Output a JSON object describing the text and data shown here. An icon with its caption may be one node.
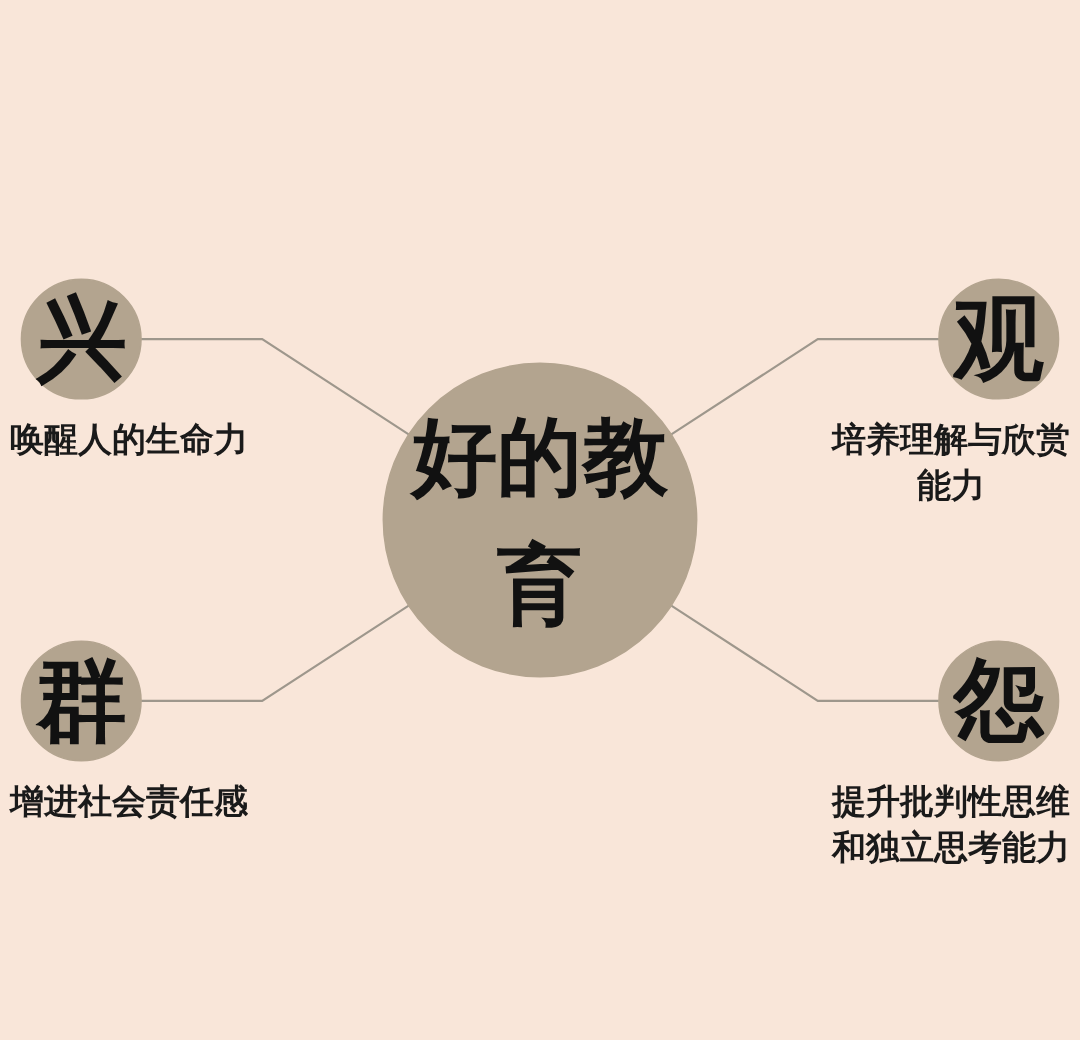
{
  "diagram": {
    "nodes": [
      {
        "text": [
          "兴"
        ],
        "beside": [
          "唤醒人的生命力"
        ]
      },
      {
        "text": [
          "观"
        ],
        "beside": [
          "培养理解与欣赏能力"
        ]
      },
      {
        "text": [
          "好的教育"
        ]
      },
      {
        "text": [
          "怨"
        ],
        "beside": [
          "提升批判性思维和独立思考能力"
        ]
      },
      {
        "text": [
          "群"
        ],
        "beside": [
          "增进社会责任感"
        ]
      }
    ],
    "edges": [
      {
        "from": 0,
        "to": 2,
        "arrow": "none"
      },
      {
        "from": 2,
        "to": 1,
        "arrow": "none"
      },
      {
        "from": 2,
        "to": 3,
        "arrow": "none"
      },
      {
        "from": 4,
        "to": 2,
        "arrow": "none"
      }
    ]
  }
}
